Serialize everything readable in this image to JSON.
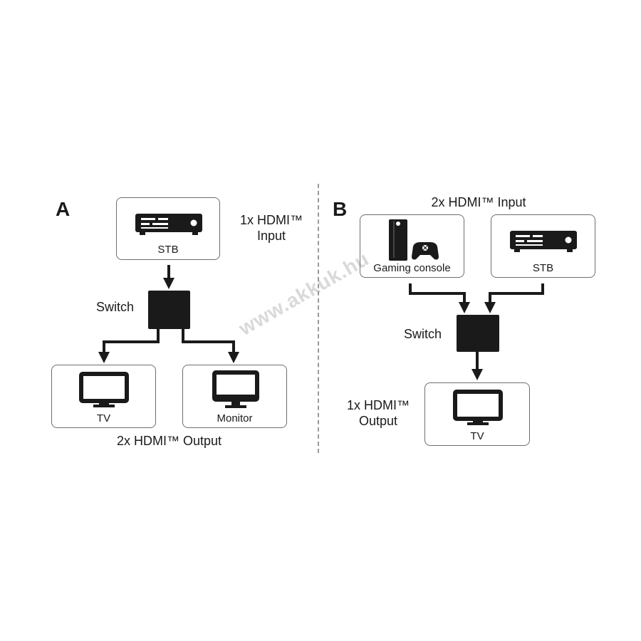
{
  "panel_a": {
    "letter": "A",
    "input_label_line1": "1x HDMI™",
    "input_label_line2": "Input",
    "source_label": "STB",
    "switch_label": "Switch",
    "output_tv_label": "TV",
    "output_monitor_label": "Monitor",
    "output_label": "2x HDMI™ Output"
  },
  "panel_b": {
    "letter": "B",
    "input_label": "2x HDMI™ Input",
    "source_console_label": "Gaming console",
    "source_stb_label": "STB",
    "switch_label": "Switch",
    "output_label_line1": "1x HDMI™",
    "output_label_line2": "Output",
    "output_tv_label": "TV"
  },
  "watermark": "www.akkuk.hu",
  "colors": {
    "ink": "#1a1a1a",
    "box_border": "#6e6e6e",
    "divider": "#9a9a9a"
  }
}
